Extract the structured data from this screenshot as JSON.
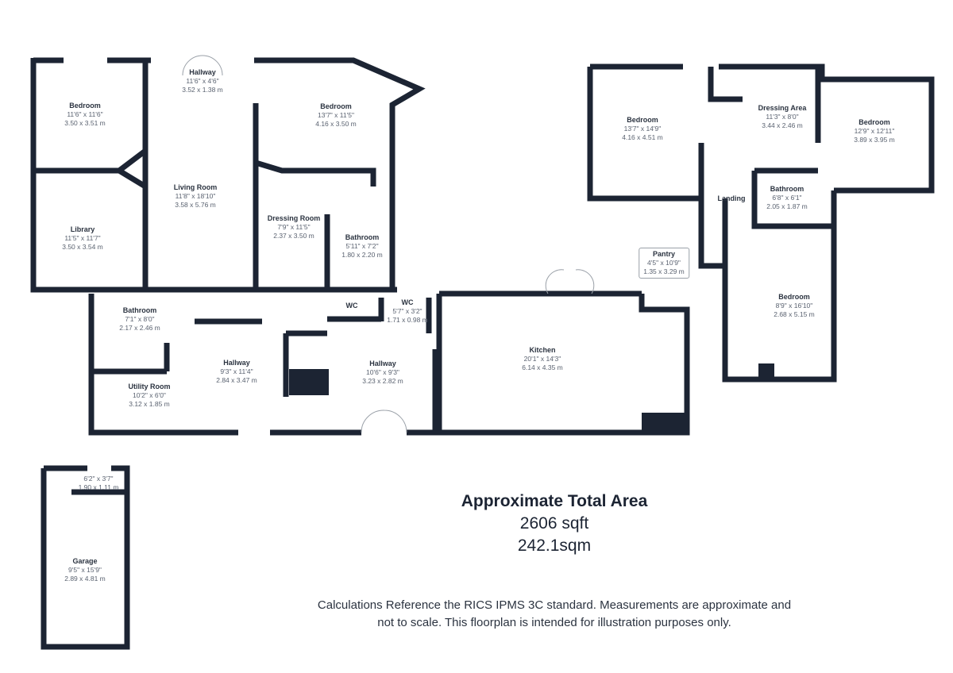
{
  "colors": {
    "wall": "#1c2433",
    "text": "#2b3340",
    "dim": "#5a6270"
  },
  "rooms": {
    "hallway_top": {
      "name": "Hallway",
      "imperial": "11'6\" x 4'6\"",
      "metric": "3.52 x 1.38 m"
    },
    "bedroom_1": {
      "name": "Bedroom",
      "imperial": "11'6\" x 11'6\"",
      "metric": "3.50 x 3.51 m"
    },
    "bedroom_2": {
      "name": "Bedroom",
      "imperial": "13'7\" x 11'5\"",
      "metric": "4.16 x 3.50 m"
    },
    "living_room": {
      "name": "Living Room",
      "imperial": "11'8\" x 18'10\"",
      "metric": "3.58 x 5.76 m"
    },
    "library": {
      "name": "Library",
      "imperial": "11'5\" x 11'7\"",
      "metric": "3.50 x 3.54 m"
    },
    "dressing_room": {
      "name": "Dressing Room",
      "imperial": "7'9\" x 11'5\"",
      "metric": "2.37 x 3.50 m"
    },
    "bathroom_1": {
      "name": "Bathroom",
      "imperial": "5'11\" x 7'2\"",
      "metric": "1.80 x 2.20 m"
    },
    "bathroom_2": {
      "name": "Bathroom",
      "imperial": "7'1\" x 8'0\"",
      "metric": "2.17 x 2.46 m"
    },
    "utility_room": {
      "name": "Utility Room",
      "imperial": "10'2\" x 6'0\"",
      "metric": "3.12 x 1.85 m"
    },
    "hallway_1": {
      "name": "Hallway",
      "imperial": "9'3\" x 11'4\"",
      "metric": "2.84 x 3.47 m"
    },
    "wc_1": {
      "name": "WC"
    },
    "wc_2": {
      "name": "WC",
      "imperial": "5'7\" x 3'2\"",
      "metric": "1.71 x 0.98 m"
    },
    "hallway_2": {
      "name": "Hallway",
      "imperial": "10'6\" x 9'3\"",
      "metric": "3.23 x 2.82 m"
    },
    "kitchen": {
      "name": "Kitchen",
      "imperial": "20'1\" x 14'3\"",
      "metric": "6.14 x 4.35 m"
    },
    "pantry": {
      "name": "Pantry",
      "imperial": "4'5\" x 10'9\"",
      "metric": "1.35 x 3.29 m"
    },
    "bedroom_3": {
      "name": "Bedroom",
      "imperial": "13'7\" x 14'9\"",
      "metric": "4.16 x 4.51 m"
    },
    "dressing_area": {
      "name": "Dressing Area",
      "imperial": "11'3\" x 8'0\"",
      "metric": "3.44 x 2.46 m"
    },
    "bedroom_4": {
      "name": "Bedroom",
      "imperial": "12'9\" x 12'11\"",
      "metric": "3.89 x 3.95 m"
    },
    "landing": {
      "name": "Landing"
    },
    "bathroom_3": {
      "name": "Bathroom",
      "imperial": "6'8\" x 6'1\"",
      "metric": "2.05 x 1.87 m"
    },
    "bedroom_5": {
      "name": "Bedroom",
      "imperial": "8'9\" x 16'10\"",
      "metric": "2.68 x 5.15 m"
    },
    "store": {
      "imperial": "6'2\" x 3'7\"",
      "metric": "1.90 x 1.11 m"
    },
    "garage": {
      "name": "Garage",
      "imperial": "9'5\" x 15'9\"",
      "metric": "2.89 x 4.81 m"
    }
  },
  "summary": {
    "title": "Approximate Total Area",
    "sqft": "2606 sqft",
    "sqm": "242.1sqm"
  },
  "disclaimer": {
    "line1": "Calculations Reference the RICS IPMS 3C standard. Measurements are approximate and",
    "line2": "not to scale. This floorplan is intended for illustration purposes only."
  }
}
